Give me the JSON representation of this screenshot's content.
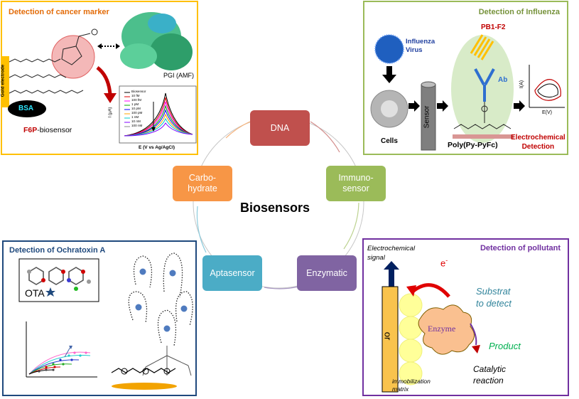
{
  "center": {
    "title": "Biosensors"
  },
  "nodes": {
    "dna": {
      "label": "DNA",
      "color": "#c0504d"
    },
    "immuno": {
      "line1": "Immuno-",
      "line2": "sensor",
      "color": "#9bbb59"
    },
    "enzymatic": {
      "label": "Enzymatic",
      "color": "#8064a2"
    },
    "aptasensor": {
      "label": "Aptasensor",
      "color": "#4bacc6"
    },
    "carbohydrate": {
      "line1": "Carbo-",
      "line2": "hydrate",
      "color": "#f79646"
    }
  },
  "cancer": {
    "title": "Detection of cancer marker",
    "color": "#e36c09",
    "border": "#ffc000",
    "gold_electrode": "Gold electrode",
    "bsa": "BSA",
    "f6p": "F6P",
    "biosensor_suffix": "-biosensor",
    "pgi": "PGI (AMF)",
    "plot_ylabel": "I (µA)",
    "plot_xlabel": "E (V vs Ag/AgCl)",
    "legend": [
      "Biosensor",
      "10 fM",
      "100 fM",
      "1 pM",
      "10 pM",
      "100 pM",
      "1 nM",
      "10 nM",
      "100 nM"
    ]
  },
  "influenza": {
    "title": "Detection of Influenza",
    "color": "#77933c",
    "border": "#9bbb59",
    "virus_line1": "Influenza",
    "virus_line2": "Virus",
    "cells": "Cells",
    "sensor": "Sensor",
    "pb1": "PB1-F2",
    "ab": "Ab",
    "poly": "Poly(Py-PyFc)",
    "detection_line1": "Electrochemical",
    "detection_line2": "Detection",
    "cv_ylabel": "I(A)",
    "cv_xlabel": "E(V)"
  },
  "ochratoxin": {
    "title": "Detection of Ochratoxin A",
    "color": "#1f497d",
    "border": "#1f497d",
    "ota": "OTA"
  },
  "pollutant": {
    "title": "Detection of pollutant",
    "color": "#7030a0",
    "border": "#7030a0",
    "signal_line1": "Electrochemical",
    "signal_line2": "signal",
    "electron": "e",
    "electron_sup": "-",
    "substrat_line1": "Substrat",
    "substrat_line2": "to detect",
    "enzyme": "Enzyme",
    "product": "Product",
    "catalytic_line1": "Catalytic",
    "catalytic_line2": "reaction",
    "or": "or",
    "matrix_line1": "immobilization",
    "matrix_line2": "matrix"
  }
}
